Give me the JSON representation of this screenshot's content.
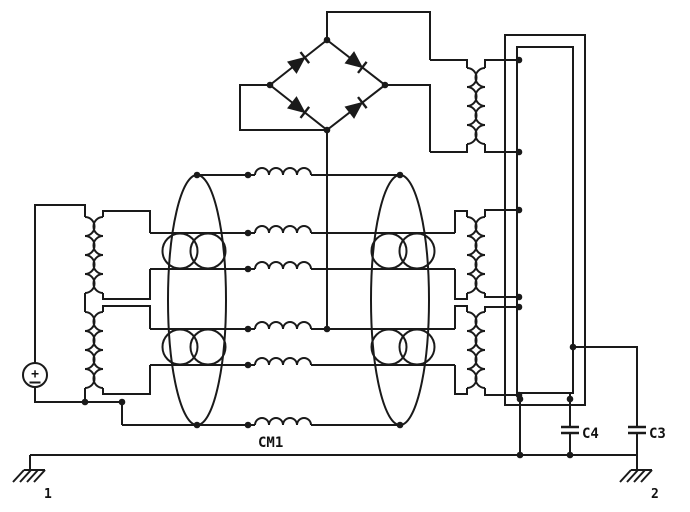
{
  "diagram": {
    "type": "power-supply-emi-filter-schematic",
    "labels": {
      "choke": "CM1",
      "cap_inner": "C4",
      "cap_outer": "C3",
      "ground_left": "1",
      "ground_right": "2",
      "source_polarity": "+"
    },
    "colors": {
      "line": "#1a1a1a",
      "shield_fill": "#b9ddf2",
      "shield_inner_fill": "#d9ecfa",
      "source_fill": "#b9ddf2",
      "background": "#ffffff"
    }
  }
}
